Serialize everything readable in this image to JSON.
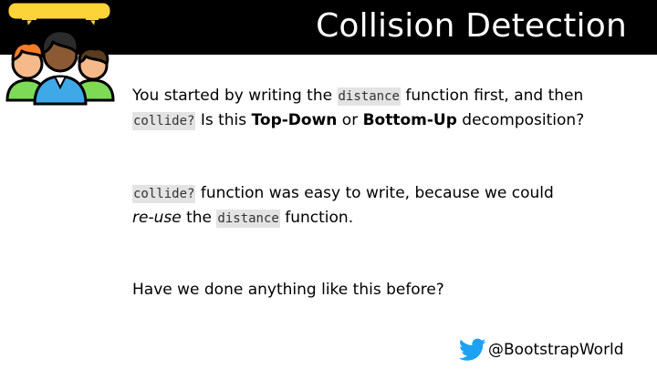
{
  "slide": {
    "title": "Collision Detection"
  },
  "paragraph1": {
    "t1": "You started by writing the ",
    "code1": "distance",
    "t2": " function first, and then",
    "code2": "collide?",
    "t3": " Is this ",
    "bold1": "Top-Down",
    "t4": " or ",
    "bold2": "Bottom-Up",
    "t5": " decomposition?"
  },
  "paragraph2": {
    "code1": "collide?",
    "t1": " function was easy to write, because we could",
    "italic1": "re-use",
    "t2": " the ",
    "code2": "distance",
    "t3": " function."
  },
  "paragraph3": {
    "text": "Have we done anything like this before?"
  },
  "footer": {
    "twitter_handle": "@BootstrapWorld",
    "icon": "twitter-bird-icon"
  },
  "colors": {
    "title_bar": "#000000",
    "code_background": "#e3e3e3",
    "twitter_blue": "#1da1f2"
  }
}
